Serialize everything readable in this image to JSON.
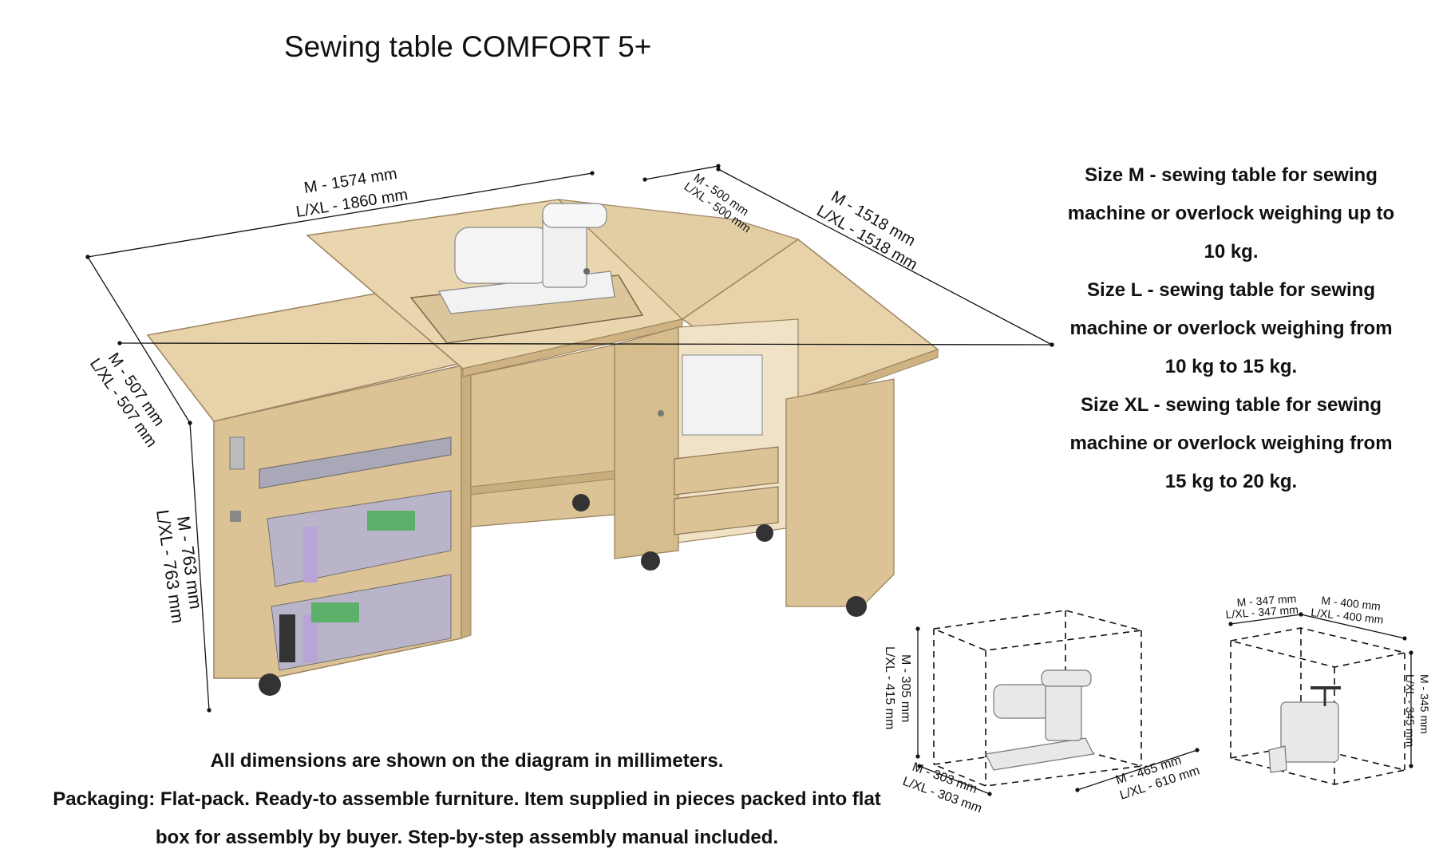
{
  "title": "Sewing table COMFORT 5+",
  "description": {
    "size_m_line1": "Size M - sewing table for sewing",
    "size_m_line2": "machine or overlock weighing up to",
    "size_m_line3": "10 kg.",
    "size_l_line1": "Size L -  sewing table for sewing",
    "size_l_line2": "machine or overlock weighing from",
    "size_l_line3": "10 kg to 15 kg.",
    "size_xl_line1": "Size XL - sewing table for sewing",
    "size_xl_line2": "machine or overlock weighing from",
    "size_xl_line3": "15 kg to 20 kg."
  },
  "notes": {
    "dimensions_note": "All dimensions are shown on the diagram in millimeters.",
    "packaging_line1": "Packaging:  Flat-pack. Ready-to assemble furniture. Item supplied in pieces packed into flat",
    "packaging_line2": "box for assembly by buyer.  Step-by-step assembly manual included."
  },
  "table_dimensions": {
    "width_m": "M - 1574 mm",
    "width_lxl": "L/XL - 1860 mm",
    "center_m": "M - 500 mm",
    "center_lxl": "L/XL - 500 mm",
    "right_m": "M - 1518 mm",
    "right_lxl": "L/XL - 1518 mm",
    "depth_m": "M - 507 mm",
    "depth_lxl": "L/XL - 507 mm",
    "height_m": "M - 763 mm",
    "height_lxl": "L/XL - 763 mm"
  },
  "sewing_machine_box": {
    "height_m": "M - 305 mm",
    "height_lxl": "L/XL - 415 mm",
    "depth_m": "M - 303 mm",
    "depth_lxl": "L/XL - 303 mm",
    "width_m": "M - 465 mm",
    "width_lxl": "L/XL - 610 mm"
  },
  "overlock_box": {
    "depth_m": "M - 347 mm",
    "depth_lxl": "L/XL - 347 mm",
    "width_m": "M - 400 mm",
    "width_lxl": "L/XL - 400 mm",
    "height_m": "M - 345 mm",
    "height_lxl": "L/XL - 345 mm"
  },
  "colors": {
    "wood": "#e7d2aa",
    "wood_shade": "#d6bd8d",
    "wood_edge": "#9c8460"
  }
}
